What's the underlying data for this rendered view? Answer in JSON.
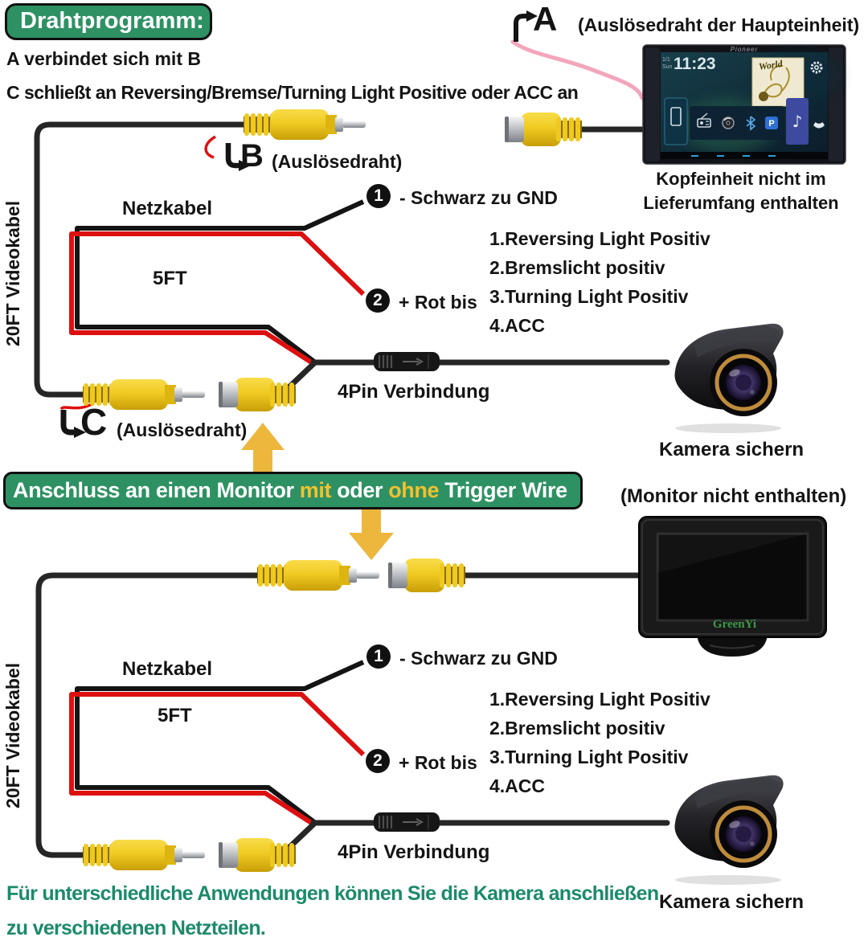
{
  "banner1": "Drahtprogramm:",
  "intro": {
    "line_a": "A verbindet sich mit B",
    "line_c": "C schließt an Reversing/Bremse/Turning Light Positive oder ACC an"
  },
  "labels": {
    "a": "A",
    "a_note": "(Auslösedraht der Haupteinheit)",
    "b": "B",
    "b_note": "(Auslösedraht)",
    "c": "C",
    "c_note": "(Auslösedraht)"
  },
  "head_unit": {
    "caption_line1": "Kopfeinheit nicht im",
    "caption_line2": "Lieferumfang enthalten",
    "brand": "Pioneer",
    "clock": "11:23",
    "date": "1/1",
    "day": "Sun",
    "album_word": "World",
    "icons": {
      "pandora": "P",
      "av": "♪"
    }
  },
  "shared": {
    "videokabel": "20FT Videokabel",
    "netzkabel": "Netzkabel",
    "length": "5FT",
    "pin1_num": "1",
    "pin1_label": "- Schwarz zu GND",
    "pin2_num": "2",
    "pin2_label": "+ Rot bis",
    "wire_list": [
      "1.Reversing Light Positiv",
      "2.Bremslicht positiv",
      "3.Turning Light Positiv",
      "4.ACC"
    ],
    "fourpin": "4Pin Verbindung",
    "camera_caption": "Kamera sichern"
  },
  "banner2": {
    "pre": "Anschluss an einen Monitor ",
    "highlight1": "mit",
    "mid": " oder ",
    "highlight2": "ohne",
    "post": " Trigger Wire"
  },
  "monitor": {
    "note": "(Monitor nicht enthalten)",
    "brand": "GreenYi"
  },
  "footer": {
    "line1": "Für unterschiedliche Anwendungen können Sie die Kamera anschließen",
    "line2": "zu verschiedenen Netzteilen."
  },
  "colors": {
    "banner_green": "#2E9163",
    "accent_yellow": "#EDB73D",
    "footer_green": "#1C8A6B",
    "wire_red": "#DD1010",
    "trigger_pink": "#F2A6BC",
    "brand_green": "#3C9B45",
    "connector_yellow": "#F0CB22"
  }
}
